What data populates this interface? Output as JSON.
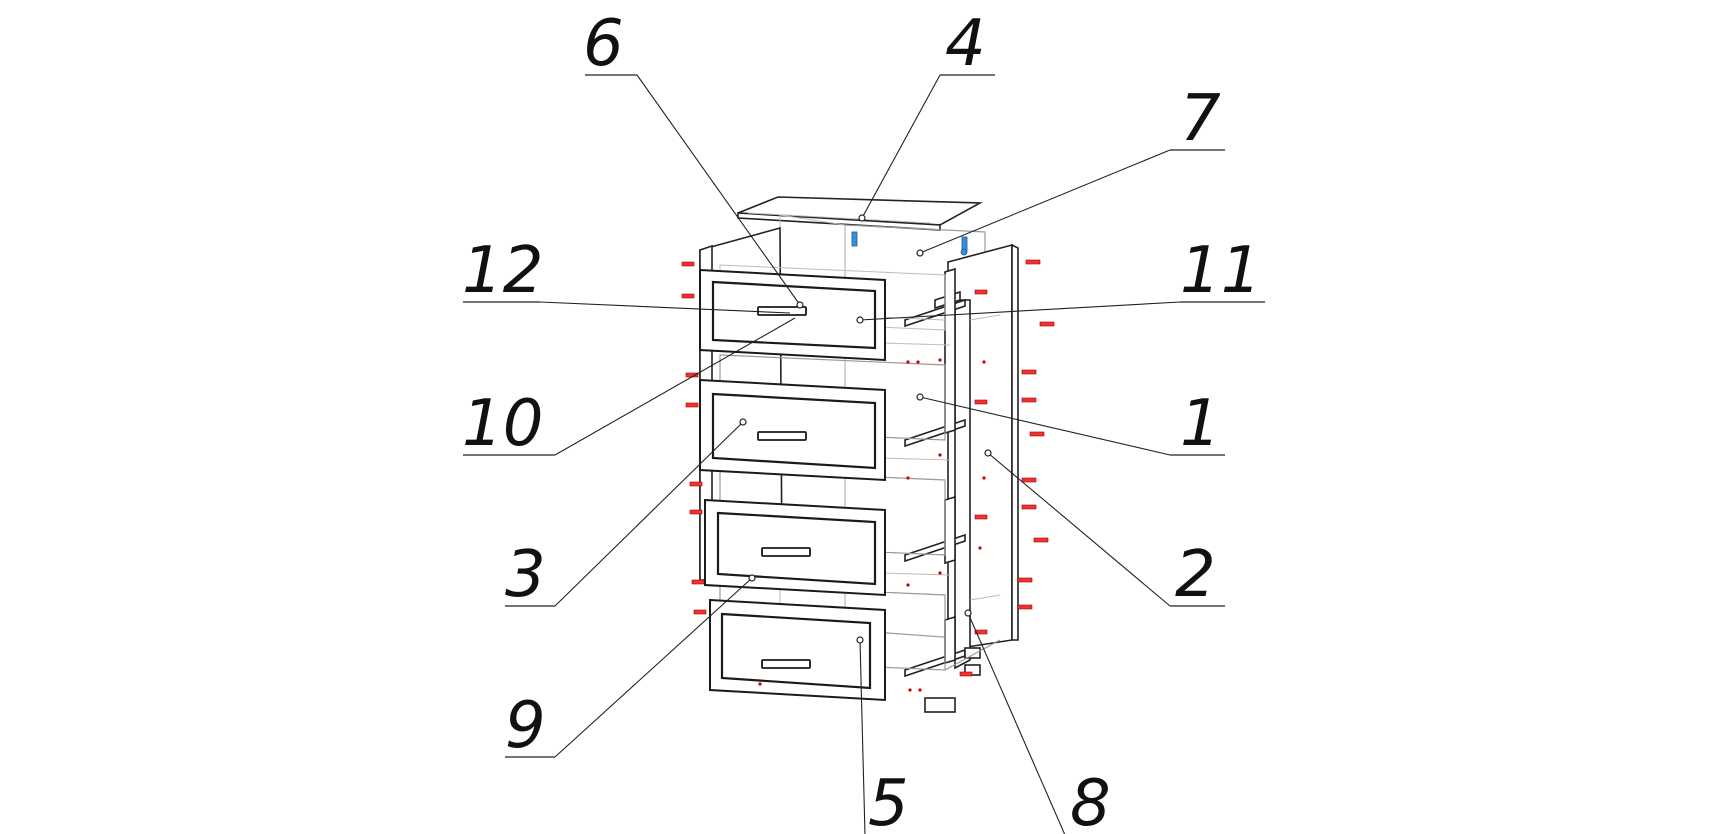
{
  "callouts": [
    {
      "id": "6",
      "label": "6"
    },
    {
      "id": "4",
      "label": "4"
    },
    {
      "id": "7",
      "label": "7"
    },
    {
      "id": "12",
      "label": "12"
    },
    {
      "id": "11",
      "label": "11"
    },
    {
      "id": "10",
      "label": "10"
    },
    {
      "id": "1",
      "label": "1"
    },
    {
      "id": "3",
      "label": "3"
    },
    {
      "id": "2",
      "label": "2"
    },
    {
      "id": "9",
      "label": "9"
    },
    {
      "id": "5",
      "label": "5"
    },
    {
      "id": "8",
      "label": "8"
    }
  ],
  "colors": {
    "line": "#222222",
    "screw": "#e33333",
    "dowel": "#3a8fd8"
  }
}
